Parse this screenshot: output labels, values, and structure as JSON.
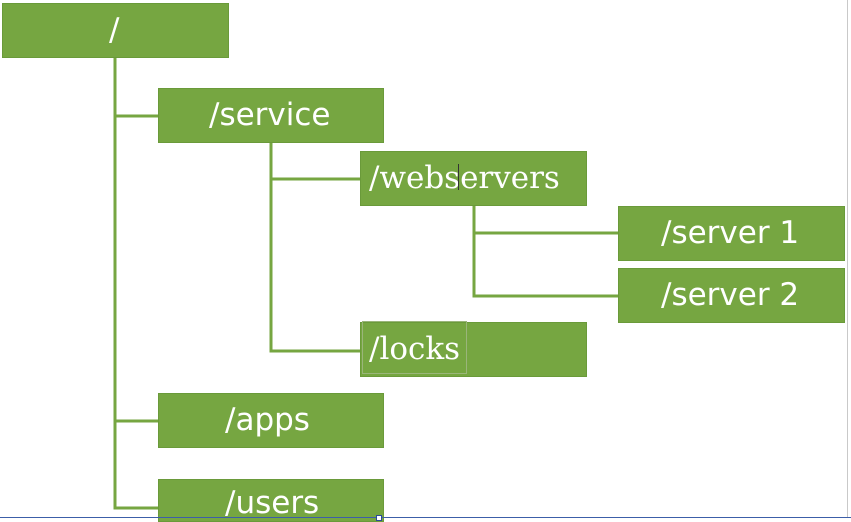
{
  "colors": {
    "node_fill": "#76a641",
    "node_border": "#6a9a3a",
    "connector": "#76a641",
    "label_text": "#ffffff"
  },
  "tree": {
    "root": "/",
    "service": "/service",
    "webservers_part1": "/web",
    "webservers_part2": "servers",
    "server1": "/server 1",
    "server2": "/server 2",
    "locks": "/locks",
    "apps": "/apps",
    "users": "/users"
  }
}
